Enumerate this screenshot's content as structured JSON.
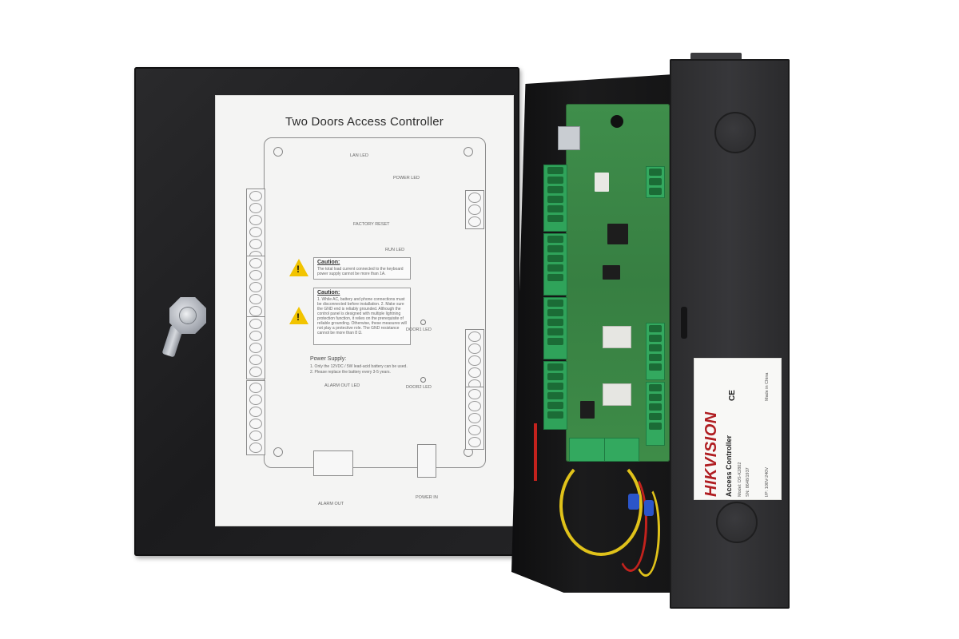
{
  "photo": {
    "subject": "open access controller cabinet"
  },
  "manual_sheet": {
    "title": "Two Doors Access Controller",
    "labels": {
      "lan_led": "LAN LED",
      "power_led": "POWER LED",
      "factory_reset": "FACTORY RESET",
      "run_led": "RUN LED",
      "door1_led": "DOOR1 LED",
      "door2_led": "DOOR2 LED",
      "alarm_out_led": "ALARM OUT LED",
      "alarm_out": "ALARM OUT",
      "power_in": "POWER IN",
      "power_supply_title": "Power Supply:",
      "power_supply_lines": [
        "1. Only the 12VDC / 5W lead-acid battery can be used.",
        "2. Please replace the battery every 3-5 years."
      ]
    },
    "caution1": {
      "title": "Caution:",
      "text": "The total load current connected to the keyboard power supply cannot be more than 1A."
    },
    "caution2": {
      "title": "Caution:",
      "text": "1. While AC, battery and phone connections must be disconnected before installation. 2. Make sure the GND end is reliably grounded. Although the control panel is designed with multiple lightning protection function, it relies on the prerequisite of reliable grounding. Otherwise, these measures will not play a protective role. The GND resistance cannot be more than 8 Ω."
    }
  },
  "device_label": {
    "brand": "HIKVISION",
    "product": "Access Controller",
    "model": "Model: DS-K2802",
    "serial": "SN: 8648/1937",
    "input": "I/P: 100V-240V",
    "mark": "CE",
    "origin": "Made in China"
  },
  "colors": {
    "cabinet": "#242426",
    "pcb": "#3e8c48",
    "terminal": "#2fa35a",
    "brand_red": "#b01e22",
    "warning_yellow": "#f2c400"
  }
}
